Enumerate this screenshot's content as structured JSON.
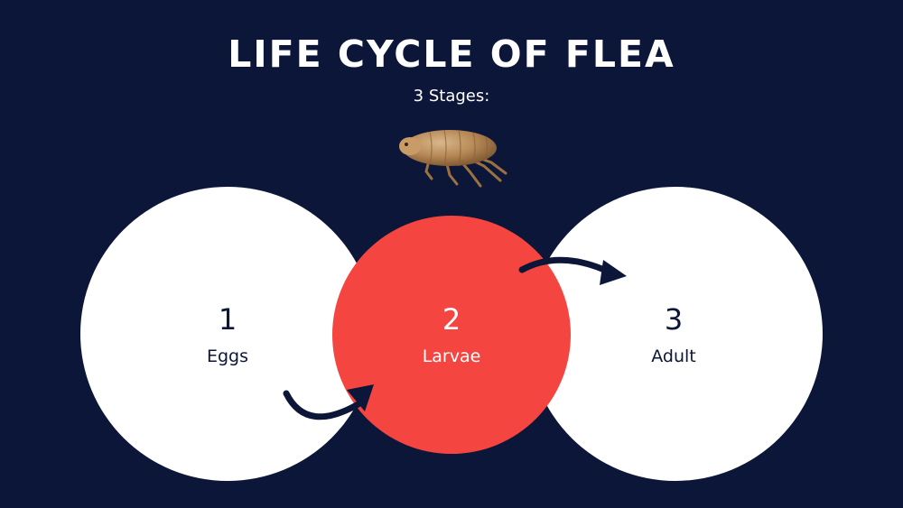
{
  "title": "LIFE CYCLE OF FLEA",
  "subtitle": "3 Stages:",
  "colors": {
    "background": "#0c1638",
    "circle_light": "#ffffff",
    "circle_accent": "#f44540",
    "arrow": "#0c1638"
  },
  "stages": [
    {
      "number": "1",
      "label": "Eggs"
    },
    {
      "number": "2",
      "label": "Larvae"
    },
    {
      "number": "3",
      "label": "Adult"
    }
  ],
  "icons": {
    "flea": "flea-icon",
    "arrow": "curved-arrow-icon"
  }
}
